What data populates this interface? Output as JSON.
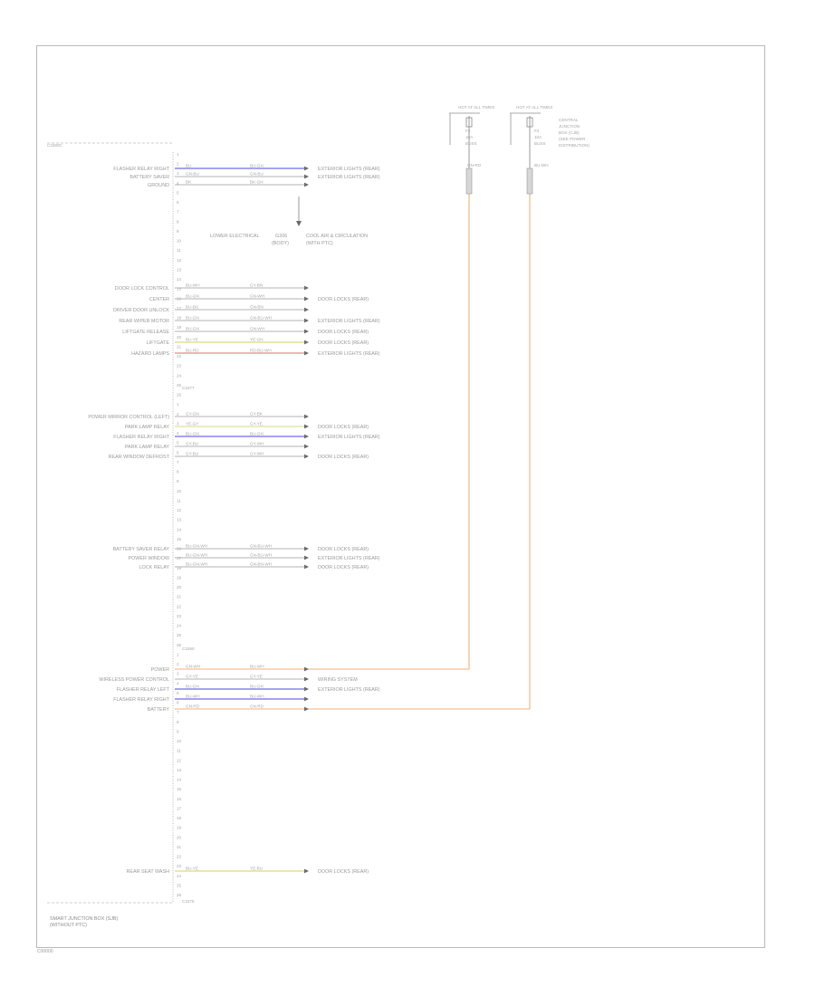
{
  "diagram": {
    "title_lines": [
      "SMART JUNCTION BOX (SJB)",
      "(WITHOUT PTC)"
    ],
    "connector_top": "C2280C",
    "connectors": [
      "C2277",
      "C2280",
      "C2275"
    ],
    "pins": [
      "1",
      "2",
      "3",
      "4",
      "5",
      "6",
      "7",
      "8",
      "9",
      "10",
      "11",
      "12",
      "13",
      "14",
      "15",
      "16",
      "17",
      "18",
      "19",
      "20",
      "21",
      "22",
      "23",
      "24",
      "25",
      "26",
      "1",
      "2",
      "3",
      "4",
      "5",
      "6",
      "7",
      "8",
      "9",
      "10",
      "11",
      "12",
      "13",
      "14",
      "15",
      "16",
      "17",
      "18",
      "19",
      "20",
      "21",
      "22",
      "23",
      "24",
      "25",
      "26",
      "1",
      "2",
      "3",
      "4",
      "5",
      "6",
      "7",
      "8",
      "9",
      "10",
      "11",
      "12",
      "13",
      "14",
      "15",
      "16",
      "17",
      "18",
      "19",
      "20",
      "21",
      "22",
      "23",
      "24",
      "25",
      "26"
    ],
    "block1": [
      {
        "label": "FLASHER RELAY RIGHT",
        "w1": "BU",
        "w2": "BU-GN",
        "color": "#4a4ae6",
        "dest": "EXTERIOR LIGHTS (REAR)"
      },
      {
        "label": "BATTERY SAVER",
        "w1": "GN-BU",
        "w2": "GN-BU",
        "color": "#b3b3b3",
        "dest": "EXTERIOR LIGHTS (REAR)"
      },
      {
        "label": "GROUND",
        "w1": "BK",
        "w2": "BK-GN",
        "color": "#b3b3b3",
        "dest": ""
      }
    ],
    "ground_labels": {
      "left": "LOWER ELECTRICAL",
      "mid": "G206",
      "mid_sub": "(BODY)",
      "right": "COOL AIR & CIRCULATION",
      "right_sub": "(WITH PTC)"
    },
    "block2": [
      {
        "label": "DOOR LOCK CONTROL",
        "w1": "BU-WH",
        "w2": "GY-BN",
        "color": "#b3b3b3",
        "dest": ""
      },
      {
        "label": "CENTER",
        "w1": "BU-GN",
        "w2": "GN-WH",
        "color": "#b3b3b3",
        "dest": "DOOR LOCKS (REAR)"
      },
      {
        "label": "DRIVER DOOR UNLOCK",
        "w1": "BU-BU",
        "w2": "GN-BN",
        "color": "#b3b3b3",
        "dest": ""
      },
      {
        "label": "REAR WIPER MOTOR",
        "w1": "BU-GN",
        "w2": "GN-BU-WH",
        "color": "#b3b3b3",
        "dest": "EXTERIOR LIGHTS (REAR)"
      },
      {
        "label": "LIFTGATE RELEASE",
        "w1": "BU-GN",
        "w2": "GN-WH",
        "color": "#b3b3b3",
        "dest": "DOOR LOCKS (REAR)"
      },
      {
        "label": "LIFTGATE",
        "w1": "BU-YE",
        "w2": "YE-GN",
        "color": "#d3d25a",
        "dest": "DOOR LOCKS (REAR)"
      },
      {
        "label": "HAZARD LAMPS",
        "w1": "BU-RD",
        "w2": "RD-BU-WH",
        "color": "#e06a6a",
        "dest": "EXTERIOR LIGHTS (REAR)"
      }
    ],
    "block3": [
      {
        "label": "POWER MIRROR CONTROL (LEFT)",
        "w1": "GY-GN",
        "w2": "GY-BK",
        "color": "#b3b3b3",
        "dest": ""
      },
      {
        "label": "PARK LAMP RELAY",
        "w1": "YE-GY",
        "w2": "GY-YE",
        "color": "#d8d88a",
        "dest": "DOOR LOCKS (REAR)"
      },
      {
        "label": "FLASHER RELAY RIGHT",
        "w1": "BU-GN",
        "w2": "BU-GN",
        "color": "#4a4ae6",
        "dest": "EXTERIOR LIGHTS (REAR)"
      },
      {
        "label": "PARK LAMP RELAY",
        "w1": "GY-BU",
        "w2": "GY-WH",
        "color": "#b3b3b3",
        "dest": ""
      },
      {
        "label": "REAR WINDOW DEFROST",
        "w1": "GY-BU",
        "w2": "GY-WH",
        "color": "#b3b3b3",
        "dest": "DOOR LOCKS (REAR)"
      }
    ],
    "block4": [
      {
        "label": "BATTERY SAVER RELAY",
        "w1": "BU-GN-WH",
        "w2": "GN-BU-WH",
        "color": "#b3b3b3",
        "dest": "DOOR LOCKS (REAR)"
      },
      {
        "label": "POWER WINDOW",
        "w1": "BU-GN-WH",
        "w2": "GN-BU-WH",
        "color": "#b3b3b3",
        "dest": "EXTERIOR LIGHTS (REAR)"
      },
      {
        "label": "LOCK RELAY",
        "w1": "BU-GN-WH",
        "w2": "GN-BN-WH",
        "color": "#b3b3b3",
        "dest": "DOOR LOCKS (REAR)"
      }
    ],
    "block5": [
      {
        "label": "POWER",
        "w1": "GN-WH",
        "w2": "BU-WH",
        "color": "#f0b07a",
        "dest": ""
      },
      {
        "label": "WIRELESS POWER CONTROL",
        "w1": "GY-YE",
        "w2": "GY-YE",
        "color": "#b3b3b3",
        "dest": "WIRING SYSTEM"
      },
      {
        "label": "FLASHER RELAY LEFT",
        "w1": "BU-GN",
        "w2": "BU-GN",
        "color": "#4a4ae6",
        "dest": "EXTERIOR LIGHTS (REAR)"
      },
      {
        "label": "FLASHER RELAY RIGHT",
        "w1": "BU-WH",
        "w2": "BU-WH",
        "color": "#4a4ae6",
        "dest": ""
      },
      {
        "label": "BATTERY",
        "w1": "GN-RD",
        "w2": "GN-RD",
        "color": "#f0b07a",
        "dest": ""
      }
    ],
    "block6": [
      {
        "label": "REAR SEAT WASH",
        "w1": "BU-YE",
        "w2": "YE-BU",
        "color": "#d3d25a",
        "dest": "DOOR LOCKS (REAR)"
      }
    ],
    "fuses": [
      {
        "top": "HOT AT ALL TIMES",
        "name": "F4",
        "rating": "10A",
        "sub": "BUSS"
      },
      {
        "top": "HOT AT ALL TIMES",
        "name": "F4",
        "rating": "10A",
        "sub": "BUSS"
      }
    ],
    "fuse_note": [
      "CENTRAL",
      "JUNCTION",
      "BOX (CJB)",
      "(SEE POWER",
      "DISTRIBUTION)"
    ],
    "fuse_wires": [
      "GN-RD",
      "BU-WH"
    ],
    "corner_tag": "C00000"
  }
}
